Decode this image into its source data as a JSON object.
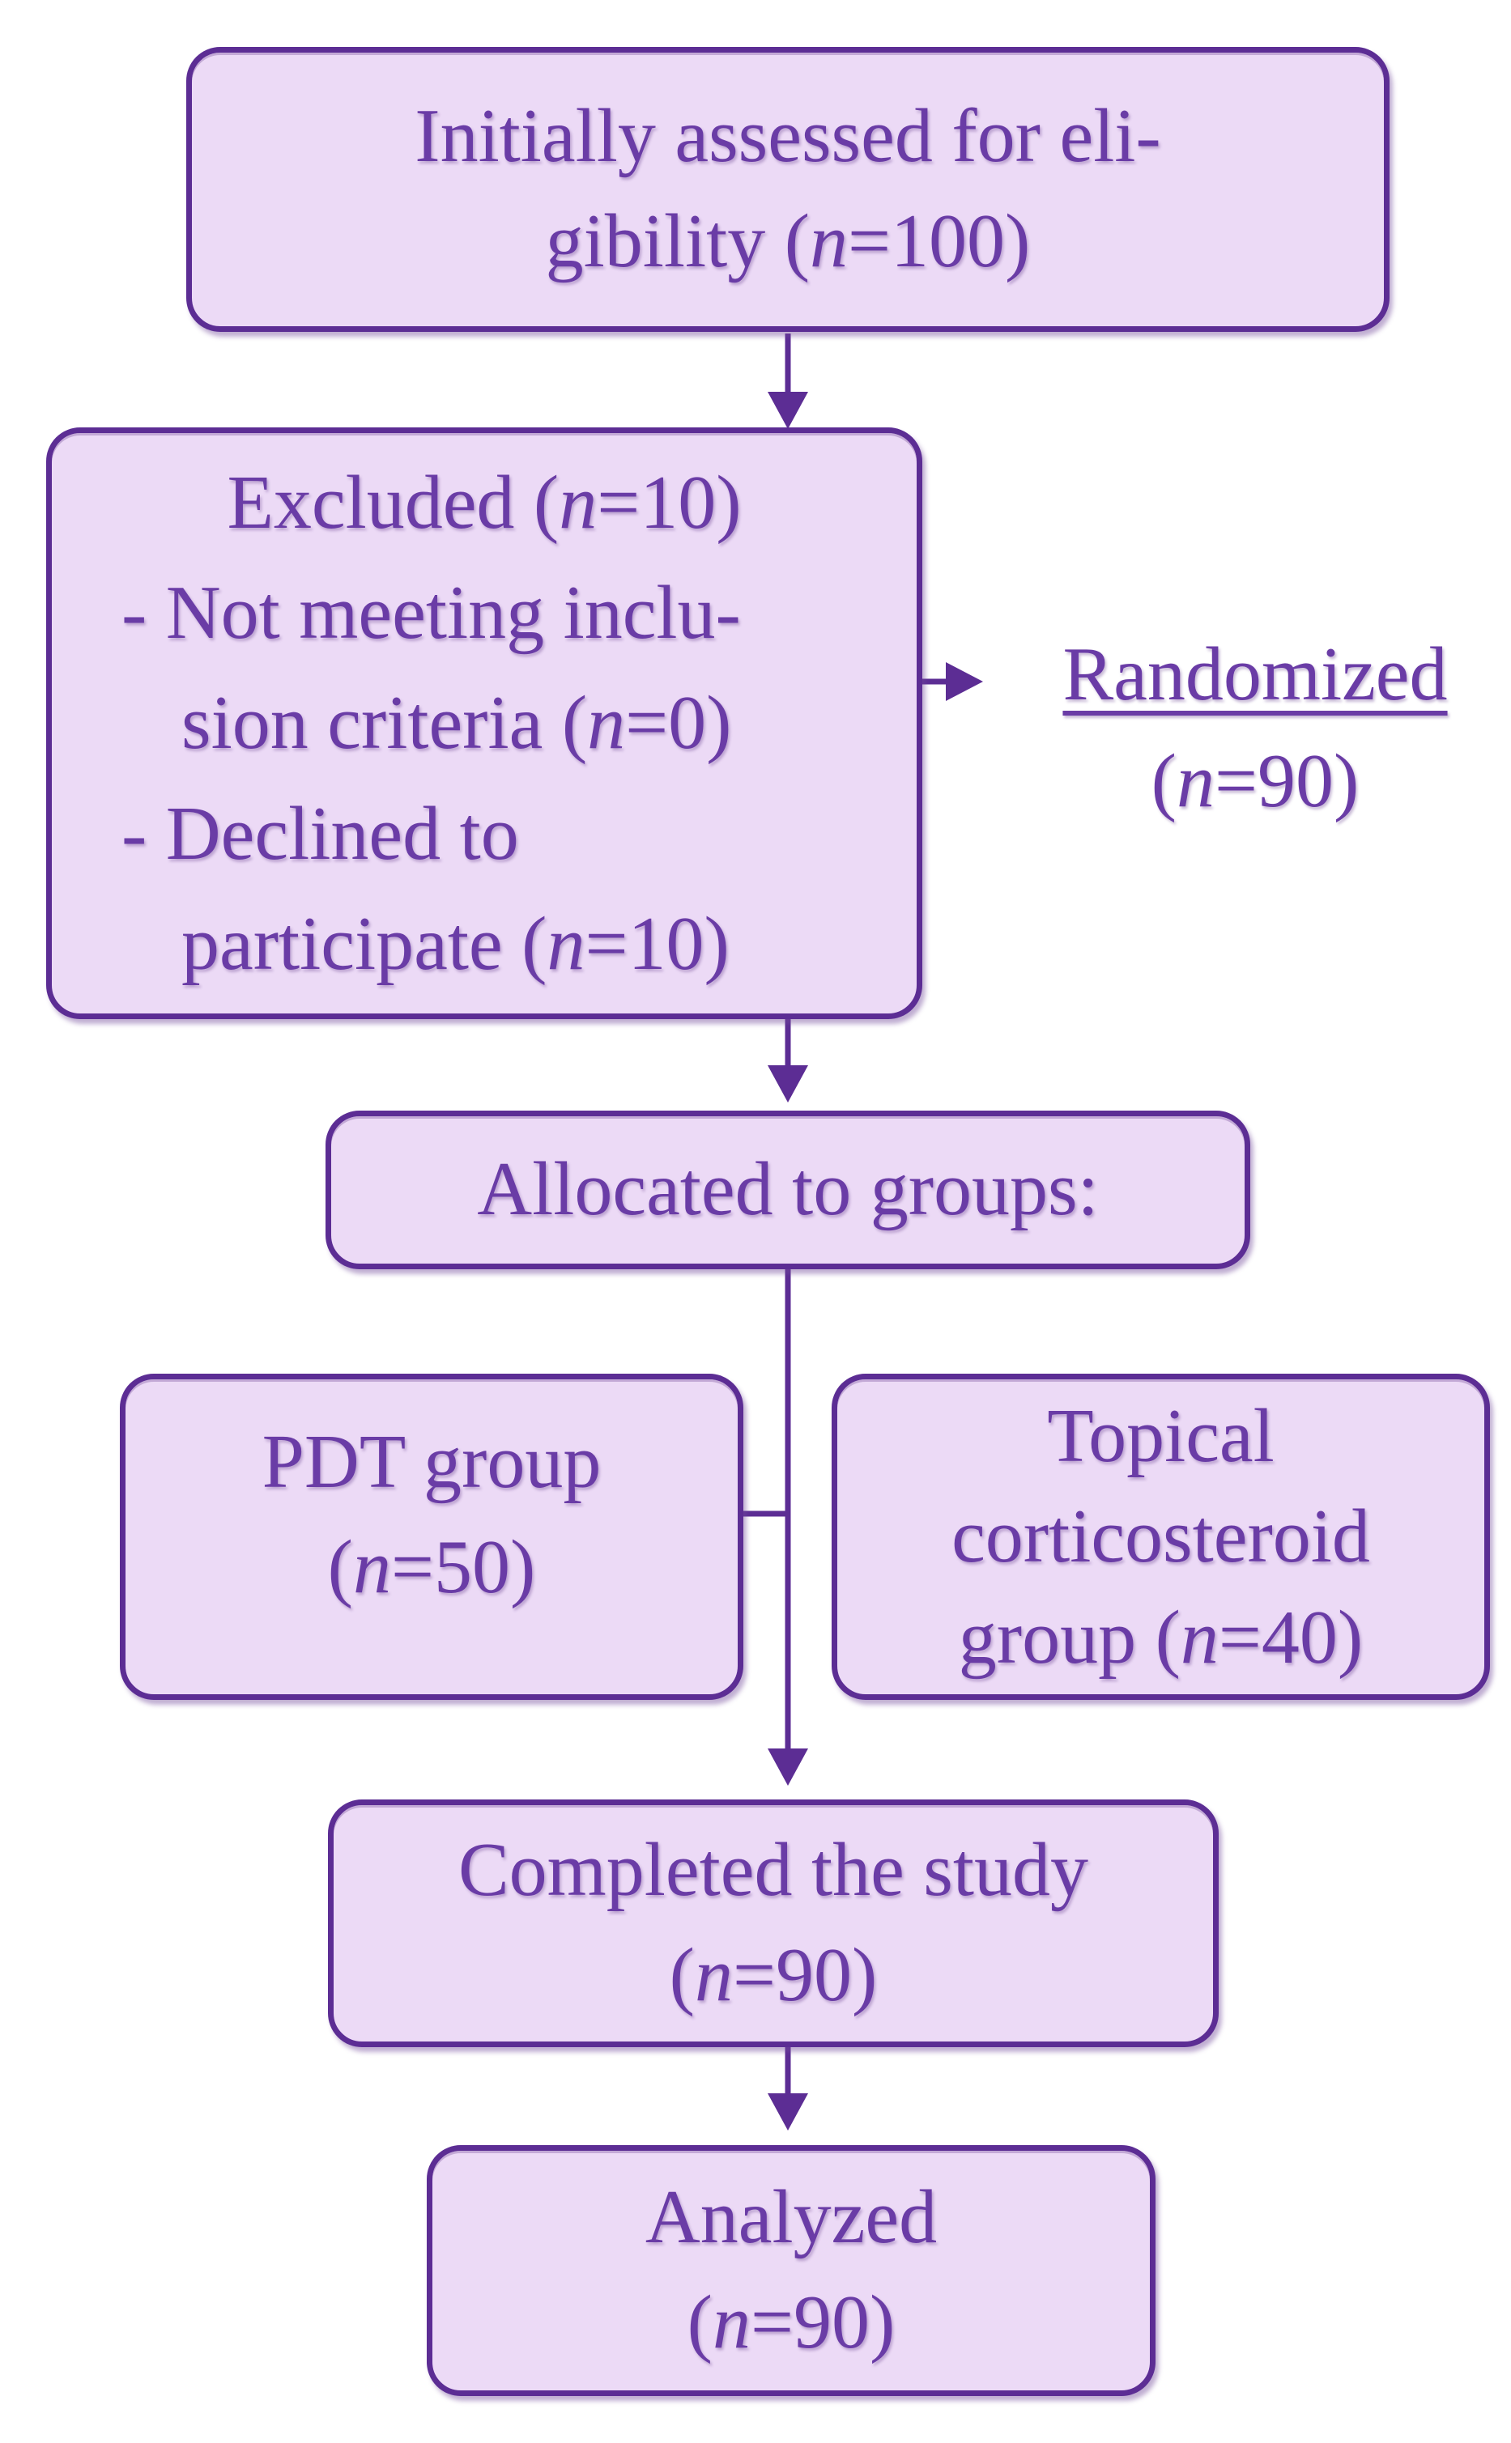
{
  "palette": {
    "page-bg": "#ffffff",
    "box-fill": "#ecdaf6",
    "box-border": "#5c2d94",
    "line": "#5c2d94",
    "text": "#6a3ca6"
  },
  "flowchart": {
    "eligibility": {
      "line1": "Initially assessed for eli-",
      "line2": "gibility (n=100)"
    },
    "excluded": {
      "title": "Excluded (n=10)",
      "item1_line1": "- Not meeting inclu-",
      "item1_line2": "sion criteria (n=0)",
      "item2_line1": "- Declined to",
      "item2_line2": "participate (n=10)"
    },
    "randomized": {
      "line1": "Randomized",
      "line2": "(n=90)"
    },
    "allocated": {
      "title": "Allocated to groups:"
    },
    "pdt_group": {
      "line1": "PDT group",
      "line2": "(n=50)"
    },
    "topical_group": {
      "line1": "Topical",
      "line2": "corticosteroid",
      "line3": "group (n=40)"
    },
    "completed": {
      "line1": "Completed the study",
      "line2": "(n=90)"
    },
    "analyzed": {
      "line1": "Analyzed",
      "line2": "(n=90)"
    }
  }
}
